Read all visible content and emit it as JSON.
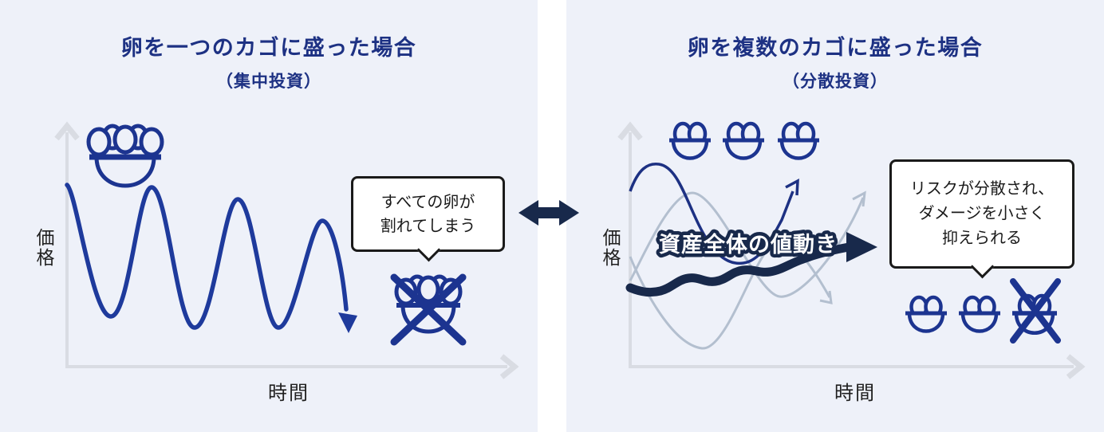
{
  "colors": {
    "panel_bg": "#eef1f9",
    "gap_bg": "#ffffff",
    "title_navy": "#1d3183",
    "line_navy": "#1e3a9c",
    "dark_navy": "#18294b",
    "axis_gray": "#d9dce3",
    "wave_gray": "#b3bfcf",
    "text_black": "#1f1f1f",
    "bubble_border": "#1a1a1a"
  },
  "left": {
    "title": "卵を一つのカゴに盛った場合",
    "subtitle": "（集中投資）",
    "y_axis_label": "価格",
    "x_axis_label": "時間",
    "bubble_lines": [
      "すべての卵が",
      "割れてしまう"
    ]
  },
  "right": {
    "title": "卵を複数のカゴに盛った場合",
    "subtitle": "（分散投資）",
    "y_axis_label": "価格",
    "x_axis_label": "時間",
    "overall_line_label": "資産全体の値動き",
    "bubble_lines": [
      "リスクが分散され、",
      "ダメージを小さく",
      "抑えられる"
    ]
  },
  "icons": {
    "center": "double-arrow-icon",
    "left_basket": "egg-basket-icon",
    "left_crossed_basket": "crossed-egg-basket-icon",
    "right_small_baskets": "small-egg-basket-icon",
    "right_crossed_basket": "crossed-small-egg-basket-icon"
  }
}
